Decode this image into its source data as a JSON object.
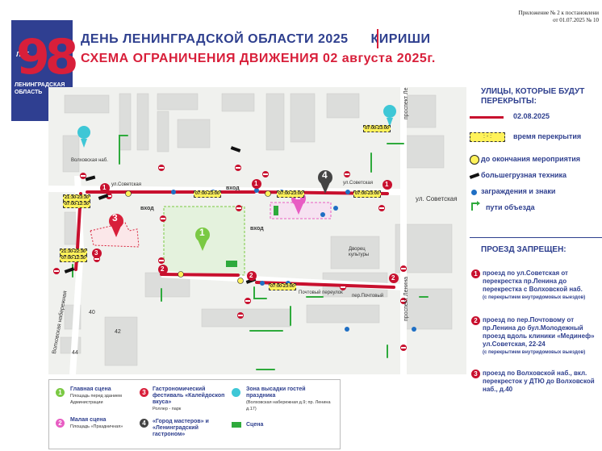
{
  "top_note": [
    "Приложение № 2 к постановлени",
    "от 01.07.2025 № 10"
  ],
  "logo": {
    "let": "ЛЕТ",
    "number": "98",
    "region": "ЛЕНИНГРАДСКАЯ ОБЛАСТЬ"
  },
  "title": {
    "line1_left": "ДЕНЬ ЛЕНИНГРАДСКОЙ ОБЛАСТИ 2025",
    "line1_right": "КИРИШИ",
    "line2": "СХЕМА ОГРАНИЧЕНИЯ ДВИЖЕНИЯ 02 августа 2025г."
  },
  "map": {
    "streets": {
      "sovetskaya": "ул. Советская",
      "volkhovskaya_nab": "Волховская наб.",
      "lenina": "проспект Ленина",
      "pochtovy": "Почтовый переулок",
      "volkh_vertical": "Волховская набережная",
      "dvorets": "Дворец культуры"
    },
    "labels": {
      "sovetskaya_1": "ул.Советская",
      "sovetskaya_2": "ул.Советская",
      "pochtovy": "пер.Почтовый",
      "vkhod1": "вход",
      "vkhod2": "вход",
      "vkhod3": "вход",
      "h40": "40",
      "h42": "42",
      "h44": "44"
    },
    "times": {
      "t1": "07:00-23:00",
      "t2": "07:00-23:00",
      "t3": "07:00-23:00",
      "t4": "07:00-23:00",
      "t5": "07:00-23:00",
      "t6a": "21:30-23:30",
      "t6b": "07:00-12:30",
      "t7a": "21:30-22:30",
      "t7b": "07:00-12:30"
    },
    "markers": {
      "m1": "1",
      "m2": "2",
      "m3": "3",
      "m4": "4"
    },
    "zones": {
      "z1": "1",
      "z2": "2",
      "z3": "3"
    }
  },
  "legend": {
    "header": "УЛИЦЫ, КОТОРЫЕ БУДУТ ПЕРЕКРЫТЫ:",
    "items": [
      {
        "label": "02.08.2025"
      },
      {
        "label": "время перекрытия"
      },
      {
        "label": "до окончания мероприятия"
      },
      {
        "label": "большегрузная техника"
      },
      {
        "label": "заграждения и знаки"
      },
      {
        "label": "пути объезда"
      }
    ],
    "badge_dots": ": - :"
  },
  "prohibited": {
    "header": "ПРОЕЗД ЗАПРЕЩЕН:",
    "items": [
      {
        "num": "1",
        "text": "проезд по ул.Советская от перекрестка пр.Ленина до перекрестка с Волховской наб.",
        "note": "(с перекрытием внутридомовых выездов)"
      },
      {
        "num": "2",
        "text": "проезд по пер.Почтовому от пр.Ленина до бул.Молодежный проезд вдоль клиники «Мединеф» ул.Советская, 22-24",
        "note": "(с перекрытием внутридомовых выездов)"
      },
      {
        "num": "3",
        "text": "проезд по Волховской наб., вкл. перекресток у ДТЮ до Волховской наб., д.40",
        "note": ""
      }
    ]
  },
  "bottom_legend": [
    {
      "num": "1",
      "title": "Главная сцена",
      "sub": "Площадь перед зданием Администрации",
      "color": "#7ac943"
    },
    {
      "num": "2",
      "title": "Малая сцена",
      "sub": "Площадь «Праздничная»",
      "color": "#e85dc3"
    },
    {
      "num": "3",
      "title": "Гастрономический фестиваль «Калейдоскоп вкуса»",
      "sub": "Роллер - парк",
      "color": "#d81f3a"
    },
    {
      "num": "4",
      "title": "«Город мастеров» и «Ленинградский гастроном»",
      "sub": "",
      "color": "#444444"
    },
    {
      "title": "Зона высадки гостей праздника",
      "sub": "(Волховская набережная д.9; пр. Ленина д.17)",
      "color": "#3ec7d6"
    },
    {
      "title": "Сцена",
      "sub": "",
      "color": "#2eaa3c"
    }
  ]
}
